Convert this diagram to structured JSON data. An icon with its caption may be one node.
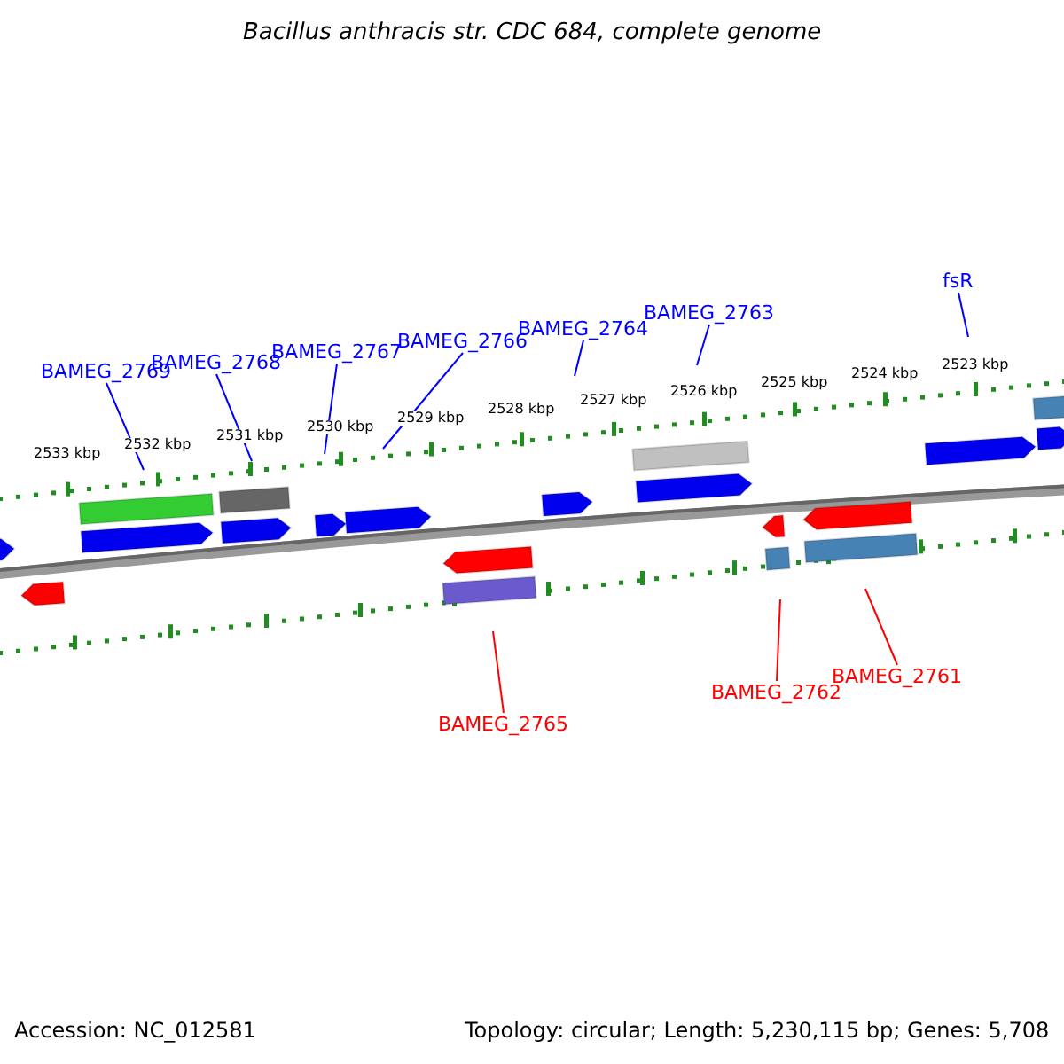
{
  "diagram": {
    "title": "Bacillus anthracis str. CDC 684, complete genome",
    "nodes": [
      {
        "text": [
          "BAMEG_2769"
        ]
      },
      {
        "text": [
          "BAMEG_2768"
        ]
      },
      {
        "text": [
          "BAMEG_2767"
        ]
      },
      {
        "text": [
          "BAMEG_2766"
        ]
      },
      {
        "text": [
          "BAMEG_2764"
        ]
      },
      {
        "text": [
          "BAMEG_2763"
        ]
      },
      {
        "text": [
          "fsR"
        ]
      },
      {
        "text": [
          "BAMEG_2765"
        ]
      },
      {
        "text": [
          "BAMEG_2762"
        ]
      },
      {
        "text": [
          "BAMEG_2761"
        ]
      }
    ],
    "edges": [
      {
        "from": 0,
        "to": null,
        "arrow": "none"
      },
      {
        "from": 1,
        "to": null,
        "arrow": "none"
      },
      {
        "from": 2,
        "to": null,
        "arrow": "none"
      },
      {
        "from": 3,
        "to": null,
        "arrow": "none"
      },
      {
        "from": 4,
        "to": null,
        "arrow": "none"
      },
      {
        "from": 5,
        "to": null,
        "arrow": "none"
      },
      {
        "from": 6,
        "to": null,
        "arrow": "none"
      },
      {
        "from": 7,
        "to": null,
        "arrow": "none",
        "color": "#ff0000"
      },
      {
        "from": 8,
        "to": null,
        "arrow": "none",
        "color": "#ff0000"
      },
      {
        "from": 9,
        "to": null,
        "arrow": "none",
        "color": "#ff0000"
      }
    ],
    "labels": [
      "2533 kbp",
      "2532 kbp",
      "2531 kbp",
      "2530 kbp",
      "2529 kbp",
      "2528 kbp",
      "2527 kbp",
      "2526 kbp",
      "2525 kbp",
      "2524 kbp",
      "2523 kbp",
      "Accession: NC_012581",
      "Topology: circular; Length: 5,230,115 bp; Genes: 5,708"
    ]
  }
}
